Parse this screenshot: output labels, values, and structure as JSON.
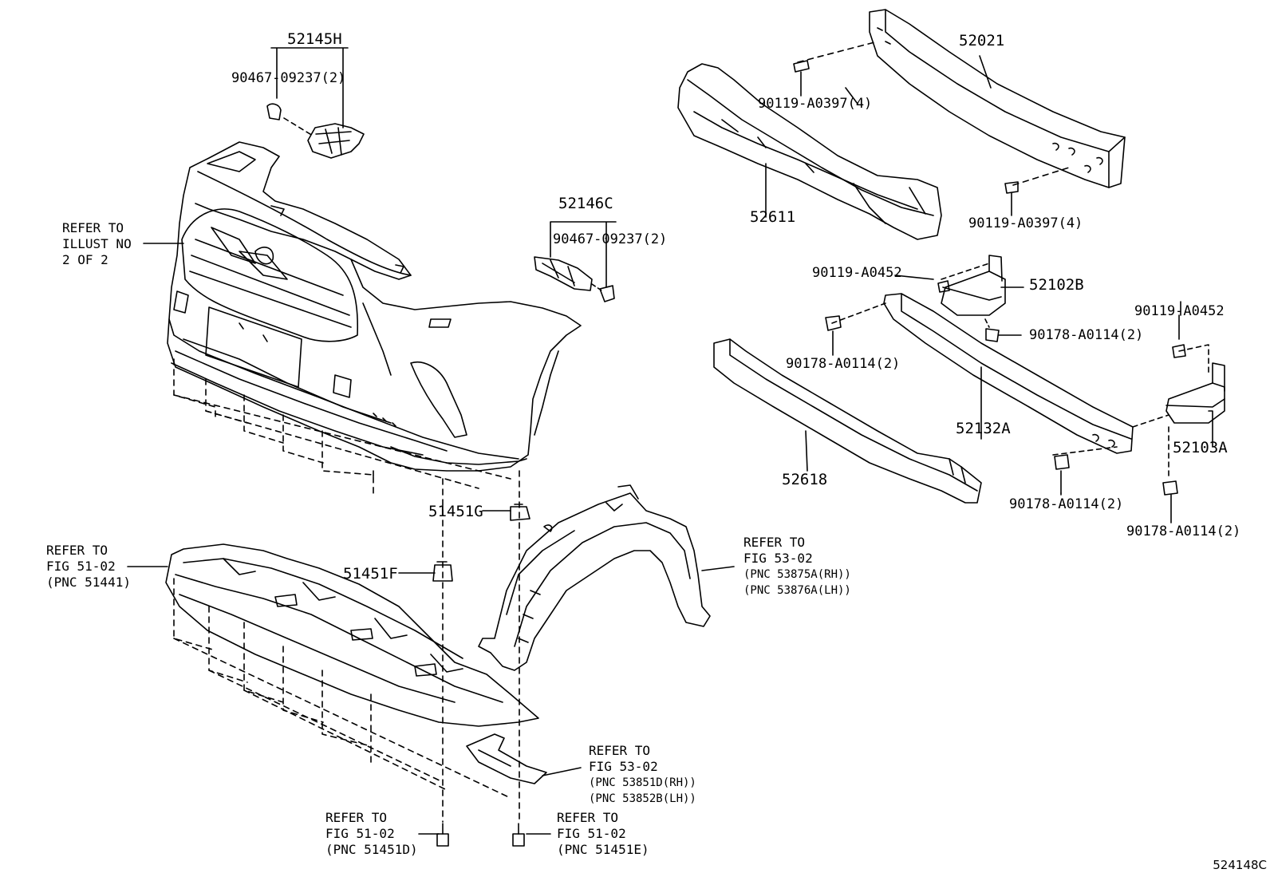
{
  "diagram": {
    "reference_code": "524148C",
    "part_labels": {
      "p52145H": "52145H",
      "p90467a": "90467-09237(2)",
      "p52146C": "52146C",
      "p90467b": "90467-09237(2)",
      "p52021": "52021",
      "p90119_a0397_top": "90119-A0397(4)",
      "p52611": "52611",
      "p90119_a0397_bot": "90119-A0397(4)",
      "p90119_a0452_left": "90119-A0452",
      "p52102B": "52102B",
      "p90178_a": "90178-A0114(2)",
      "p90178_b": "90178-A0114(2)",
      "p90119_a0452_right": "90119-A0452",
      "p52132A": "52132A",
      "p52103A": "52103A",
      "p52618": "52618",
      "p90178_c": "90178-A0114(2)",
      "p90178_d": "90178-A0114(2)",
      "p51451G": "51451G",
      "p51451F": "51451F"
    },
    "notes": {
      "illust": [
        "REFER TO",
        "ILLUST NO",
        "2 OF 2"
      ],
      "fig5102_a": [
        "REFER TO",
        "FIG 51-02",
        "(PNC 51441)"
      ],
      "fig5302_a": [
        "REFER TO",
        "FIG 53-02",
        "(PNC 53875A(RH))",
        "(PNC 53876A(LH))"
      ],
      "fig5302_b": [
        "REFER TO",
        "FIG 53-02",
        "(PNC 53851D(RH))",
        "(PNC 53852B(LH))"
      ],
      "fig5102_b": [
        "REFER TO",
        "FIG 51-02",
        "(PNC 51451D)"
      ],
      "fig5102_c": [
        "REFER TO",
        "FIG 51-02",
        "(PNC 51451E)"
      ]
    }
  }
}
